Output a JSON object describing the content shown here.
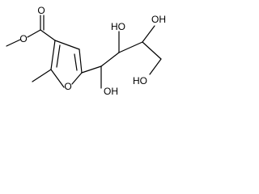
{
  "structure": {
    "atom_labels": {
      "carbonyl_oxygen": "O",
      "ester_oxygen": "O",
      "ring_oxygen": "O",
      "hydroxyl_c1": "OH",
      "hydroxyl_c2": "HO",
      "hydroxyl_c3": "OH",
      "hydroxyl_c4": "HO"
    }
  },
  "colors": {
    "bond": "#000000",
    "text": "#000000",
    "background": "#ffffff"
  }
}
